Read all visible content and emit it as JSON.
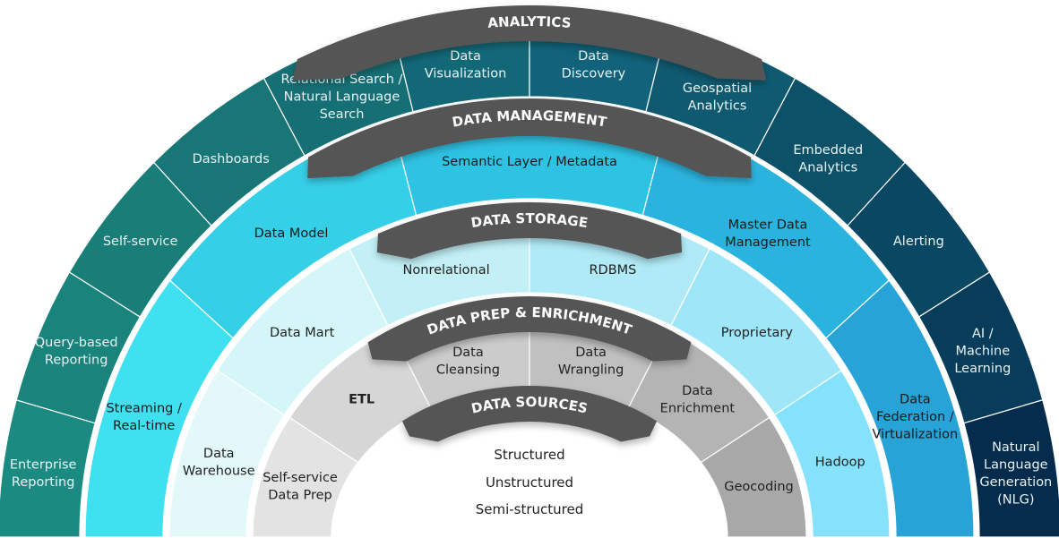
{
  "rings": [
    {
      "id": "analytics",
      "title": "ANALYTICS",
      "text_color": "#e8f2f2",
      "segments": [
        {
          "label": [
            "Enterprise",
            "Reporting"
          ],
          "color": "#1b8a80"
        },
        {
          "label": [
            "Query-based",
            "Reporting"
          ],
          "color": "#1a847c"
        },
        {
          "label": [
            "Self-service"
          ],
          "color": "#197e78"
        },
        {
          "label": [
            "Dashboards"
          ],
          "color": "#187776"
        },
        {
          "label": [
            "Relational Search /",
            "Natural Language",
            "Search"
          ],
          "color": "#166f74"
        },
        {
          "label": [
            "Data",
            "Visualization"
          ],
          "color": "#136878"
        },
        {
          "label": [
            "Data",
            "Discovery"
          ],
          "color": "#11627a"
        },
        {
          "label": [
            "Geospatial",
            "Analytics"
          ],
          "color": "#0f5a70"
        },
        {
          "label": [
            "Embedded",
            "Analytics"
          ],
          "color": "#0d5168"
        },
        {
          "label": [
            "Alerting"
          ],
          "color": "#0a4762"
        },
        {
          "label": [
            "AI /",
            "Machine",
            "Learning"
          ],
          "color": "#073c5b"
        },
        {
          "label": [
            "Natural",
            "Language",
            "Generation",
            "(NLG)"
          ],
          "color": "#052c4c"
        }
      ]
    },
    {
      "id": "data-management",
      "title": "DATA MANAGEMENT",
      "text_color": "#1a1a1a",
      "segments": [
        {
          "label": [
            "Streaming /",
            "Real-time"
          ],
          "color": "#3fe0f0"
        },
        {
          "label": [
            "Data Model"
          ],
          "color": "#36cfe8"
        },
        {
          "label": [
            "Semantic Layer / Metadata"
          ],
          "color": "#2ec2e3"
        },
        {
          "label": [
            "Master Data",
            "Management"
          ],
          "color": "#2bb3df"
        },
        {
          "label": [
            "Data",
            "Federation /",
            "Virtualization"
          ],
          "color": "#27a3d7"
        }
      ]
    },
    {
      "id": "data-storage",
      "title": "DATA STORAGE",
      "text_color": "#222222",
      "segments": [
        {
          "label": [
            "Data",
            "Warehouse"
          ],
          "color": "#e3f8f8"
        },
        {
          "label": [
            "Data Mart"
          ],
          "color": "#d4f6f8"
        },
        {
          "label": [
            "Nonrelational"
          ],
          "color": "#c2f0f6"
        },
        {
          "label": [
            "RDBMS"
          ],
          "color": "#b0eaf6"
        },
        {
          "label": [
            "Proprietary"
          ],
          "color": "#9ee6f8"
        },
        {
          "label": [
            "Hadoop"
          ],
          "color": "#86e2fb"
        }
      ]
    },
    {
      "id": "data-prep",
      "title": "DATA PREP & ENRICHMENT",
      "text_color": "#222222",
      "segments": [
        {
          "label": [
            "Self-service",
            "Data Prep"
          ],
          "color": "#e3e3e3"
        },
        {
          "label": [
            "ETL"
          ],
          "color": "#d6d6d6",
          "bold": true
        },
        {
          "label": [
            "Data",
            "Cleansing"
          ],
          "color": "#cbcbcb"
        },
        {
          "label": [
            "Data",
            "Wrangling"
          ],
          "color": "#c0c0c0"
        },
        {
          "label": [
            "Data",
            "Enrichment"
          ],
          "color": "#b4b4b4"
        },
        {
          "label": [
            "Geocoding"
          ],
          "color": "#a8a8a8"
        }
      ]
    }
  ],
  "core": {
    "title": "DATA SOURCES",
    "items": [
      "Structured",
      "Unstructured",
      "Semi-structured"
    ]
  },
  "banner_color": "#555555"
}
